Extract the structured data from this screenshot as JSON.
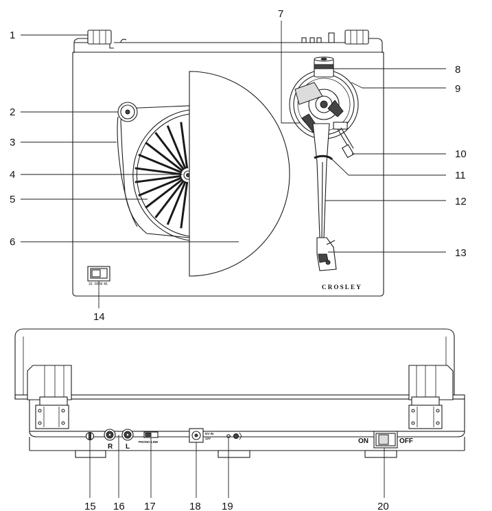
{
  "callouts": [
    "1",
    "2",
    "3",
    "4",
    "5",
    "6",
    "7",
    "8",
    "9",
    "10",
    "11",
    "12",
    "13",
    "14",
    "15",
    "16",
    "17",
    "18",
    "19",
    "20"
  ],
  "top_view": {
    "brand": "CROSLEY",
    "speed_switch": {
      "left": "33",
      "mid": "RPM",
      "right": "45"
    }
  },
  "rear_view": {
    "rca_right_label": "R",
    "rca_left_label": "L",
    "phono_line_switch": {
      "left": "PHONO",
      "right": "LINE"
    },
    "dc_in_label_line1": "DV IN",
    "dc_in_label_line2": "12V",
    "power_on_label": "ON",
    "power_off_label": "OFF"
  }
}
